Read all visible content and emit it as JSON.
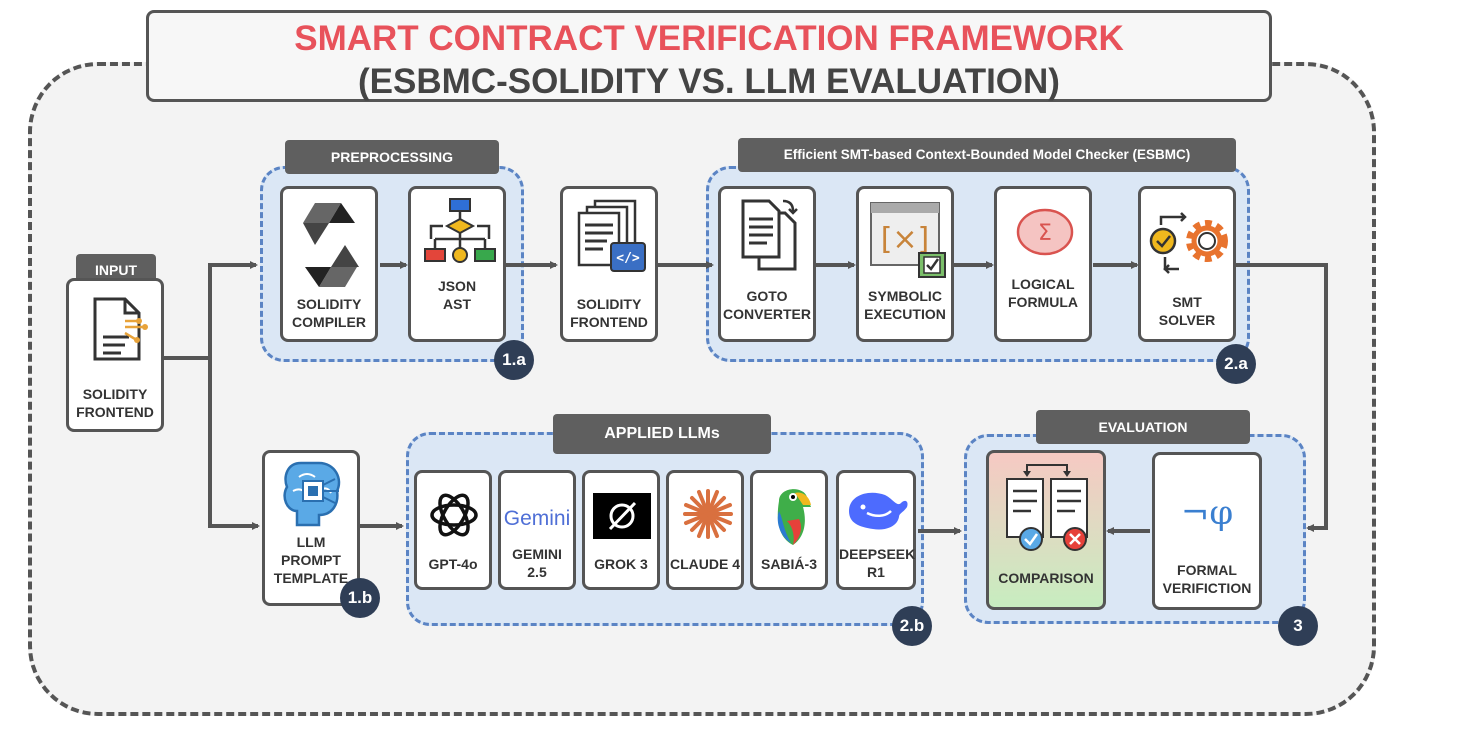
{
  "title": {
    "line1": "SMART CONTRACT VERIFICATION FRAMEWORK",
    "line2": "(ESBMC-SOLIDITY VS. LLM EVALUATION)"
  },
  "input": {
    "label": "INPUT",
    "card": [
      "SOLIDITY",
      "FRONTEND"
    ]
  },
  "preprocessing": {
    "label": "PREPROCESSING",
    "badge": "1.a",
    "compiler": [
      "SOLIDITY",
      "COMPILER"
    ],
    "ast": [
      "JSON",
      "AST"
    ]
  },
  "solidity_frontend": [
    "SOLIDITY",
    "FRONTEND"
  ],
  "esbmc": {
    "label": "Efficient SMT-based Context-Bounded Model Checker (ESBMC)",
    "badge": "2.a",
    "goto": [
      "GOTO",
      "CONVERTER"
    ],
    "symbolic": [
      "SYMBOLIC",
      "EXECUTION"
    ],
    "logical": [
      "LOGICAL",
      "FORMULA"
    ],
    "smt": [
      "SMT",
      "SOLVER"
    ]
  },
  "prompt": {
    "card": [
      "LLM",
      "PROMPT",
      "TEMPLATE"
    ],
    "badge": "1.b"
  },
  "llms": {
    "label": "APPLIED LLMs",
    "badge": "2.b",
    "gemini_logo": "Gemini",
    "items": [
      {
        "name": [
          "GPT-4o"
        ]
      },
      {
        "name": [
          "GEMINI",
          "2.5"
        ]
      },
      {
        "name": [
          "GROK 3"
        ]
      },
      {
        "name": [
          "CLAUDE 4"
        ]
      },
      {
        "name": [
          "SABIÁ-3"
        ]
      },
      {
        "name": [
          "DEEPSEEK",
          "R1"
        ]
      }
    ]
  },
  "evaluation": {
    "label": "EVALUATION",
    "badge": "3",
    "comparison": [
      "COMPARISON"
    ],
    "formal": [
      "FORMAL",
      "VERIFICTION"
    ],
    "formal_symbol": "¬φ"
  },
  "colors": {
    "title_red": "#e8525b",
    "group_fill": "#dbe7f5",
    "group_border": "#5b84c4",
    "badge": "#2f3e56",
    "label_fill": "#5f5f5f",
    "comparison_top": "#f6c9c3",
    "comparison_bottom": "#c7edc0"
  }
}
